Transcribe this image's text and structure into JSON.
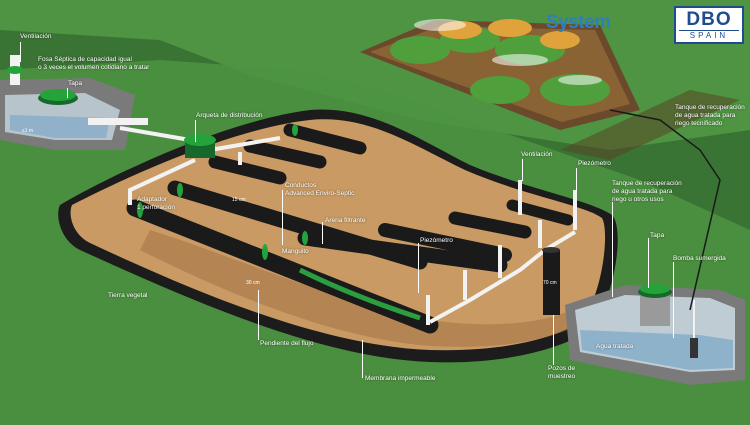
{
  "brand": {
    "name": "System",
    "logo_main": "DBO",
    "logo_sub": "SPAIN"
  },
  "labels": {
    "ventilacion_1": "Ventilación",
    "fosa": "Fosa Séptica de capacidad igual\no 3 veces el volumen cotidiano a tratar",
    "tapa_1": "Tapa",
    "arqueta": "Arqueta de distribución",
    "tanque_riego": "Tanque de recuperación\nde agua tratada para\nriego tecnificado",
    "ventilacion_2": "Ventilación",
    "piezometro_1": "Piezómetro",
    "conductos": "Conductos\nAdvanced Enviro-Septic",
    "adaptador": "Adaptador\n1 perforación",
    "arena": "Arena filtrante",
    "tanque_otros": "Tanque de recuperación\nde agua tratada para\nriego u otros usos",
    "piezometro_2": "Piezómetro",
    "tapa_2": "Tapa",
    "manguito": "Manguito",
    "bomba": "Bomba sumergida",
    "tierra": "Tierra vegetal",
    "agua": "Agua tratada",
    "pendiente": "Pendiente del flujo",
    "pozos": "Pozos de\nmuestreo",
    "membrana": "Membrana impermeable"
  },
  "dimensions": {
    "d1": "≤1 m",
    "d2": "15 cm",
    "d3": "30 cm",
    "d4": "70 cm"
  },
  "colors": {
    "grass": "#4e9442",
    "grass_dark": "#3a7434",
    "soil": "#c99a63",
    "membrane": "#1c1c1c",
    "pipe": "#1a1a1a",
    "pipe_ring": "#23a33a",
    "white_pipe": "#f2f2f2",
    "brand": "#2f7fc0",
    "logo": "#1f4b8f"
  },
  "icons": [
    "ventilation-pipe-icon",
    "tank-lid-icon",
    "submersible-pump-icon",
    "drip-irrigation-icon"
  ]
}
